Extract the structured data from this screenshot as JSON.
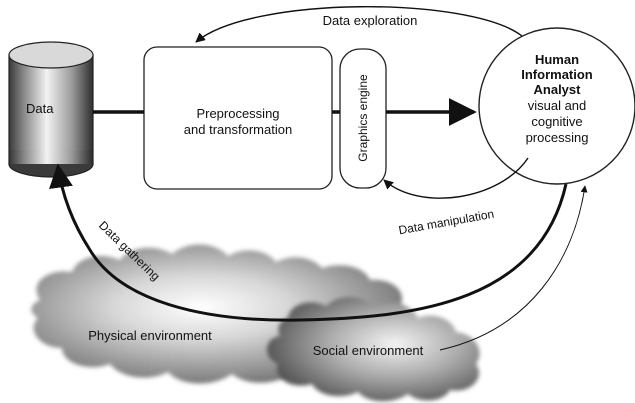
{
  "nodes": {
    "data_store": {
      "label": "Data"
    },
    "preprocessing": {
      "line1": "Preprocessing",
      "line2": "and transformation"
    },
    "graphics_engine": {
      "label": "Graphics engine"
    },
    "analyst": {
      "title1": "Human",
      "title2": "Information",
      "title3": "Analyst",
      "line1": "visual and",
      "line2": "cognitive",
      "line3": "processing"
    },
    "physical_env": {
      "label": "Physical environment"
    },
    "social_env": {
      "label": "Social environment"
    }
  },
  "edges": {
    "data_exploration": "Data exploration",
    "data_manipulation": "Data manipulation",
    "data_gathering": "Data gathering"
  }
}
